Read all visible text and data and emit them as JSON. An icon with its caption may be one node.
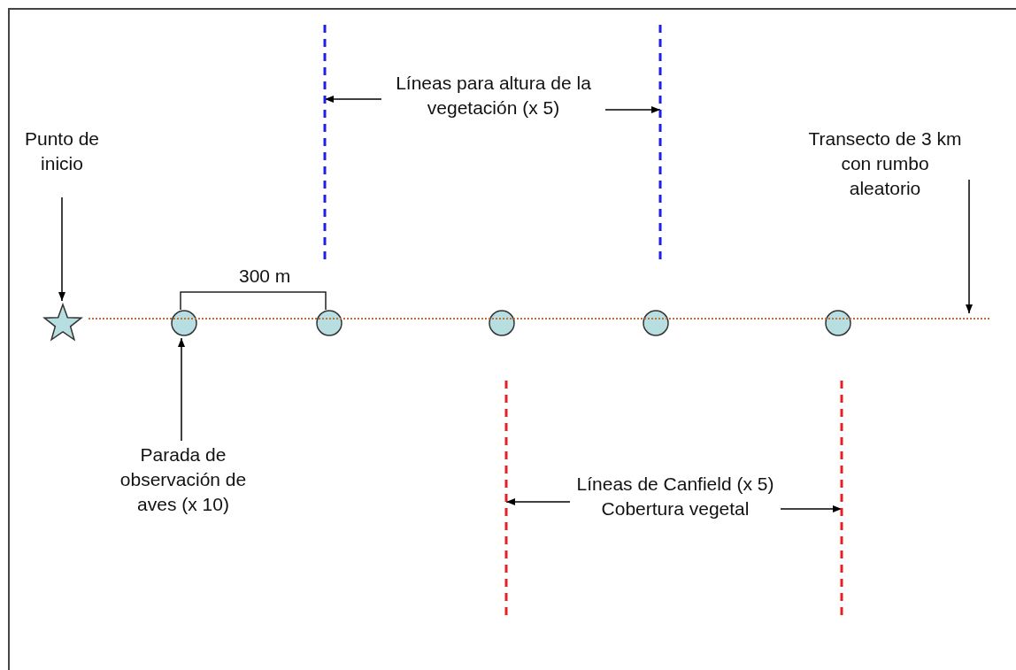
{
  "diagram": {
    "nodes": [
      {
        "text": [
          "Punto de inicio"
        ]
      },
      {
        "text": [],
        "shape": "star"
      },
      {
        "text": [],
        "shape": "circle"
      },
      {
        "text": [],
        "shape": "circle"
      },
      {
        "text": [],
        "shape": "circle"
      },
      {
        "text": [],
        "shape": "circle"
      },
      {
        "text": [],
        "shape": "circle"
      },
      {
        "text": [
          "Parada de observación de aves (x 10)"
        ]
      },
      {
        "text": [
          "Líneas para altura de la vegetación (x 5)"
        ]
      },
      {
        "text": [],
        "shape": "line"
      },
      {
        "text": [],
        "shape": "line"
      },
      {
        "text": [
          "Transecto de 3 km con rumbo aleatorio"
        ]
      },
      {
        "text": [],
        "shape": "line"
      },
      {
        "text": [
          "Líneas de Canfield (x 5)",
          "Cobertura vegetal"
        ]
      },
      {
        "text": [],
        "shape": "line"
      },
      {
        "text": [],
        "shape": "line"
      }
    ],
    "edges": [
      {
        "from": 0,
        "to": 1,
        "arrow": "to"
      },
      {
        "from": 7,
        "to": 2,
        "arrow": "to"
      },
      {
        "from": 8,
        "to": 9,
        "arrow": "to"
      },
      {
        "from": 8,
        "to": 10,
        "arrow": "to"
      },
      {
        "from": 11,
        "to": 12,
        "arrow": "to"
      },
      {
        "from": 13,
        "to": 14,
        "arrow": "to"
      },
      {
        "from": 13,
        "to": 15,
        "arrow": "to"
      }
    ],
    "labels": [
      "300 m"
    ]
  }
}
